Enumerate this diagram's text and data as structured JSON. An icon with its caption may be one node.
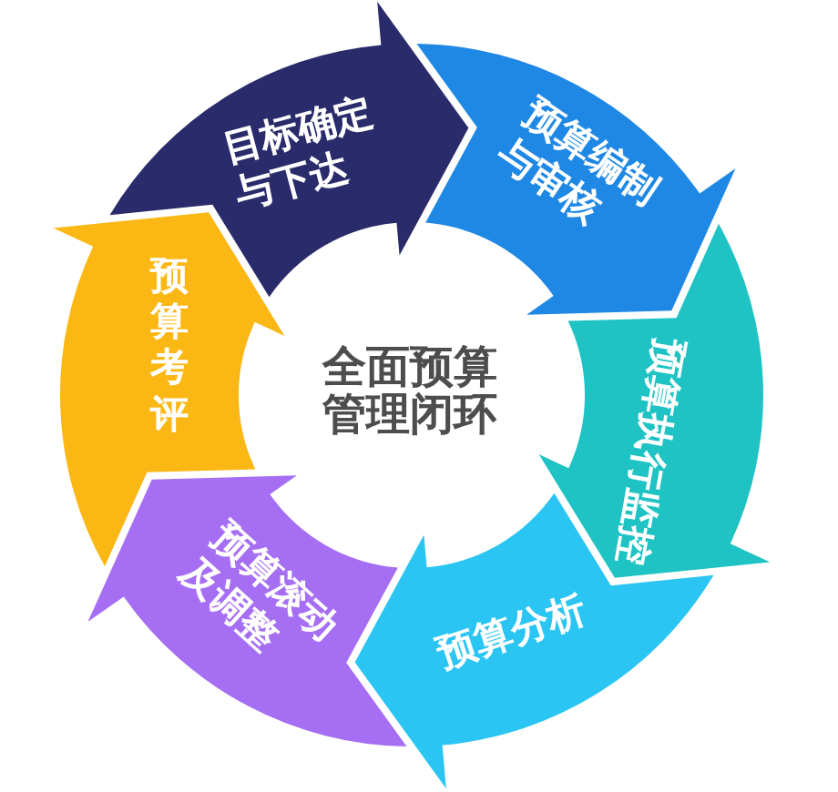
{
  "diagram": {
    "nodes": [
      {
        "text": [
          "目标确定与下达"
        ]
      },
      {
        "text": [
          "预算编制与审核"
        ]
      },
      {
        "text": [
          "预算执行监控"
        ]
      },
      {
        "text": [
          "预算分析"
        ]
      },
      {
        "text": [
          "预算滚动及调整"
        ]
      },
      {
        "text": [
          "预算考评"
        ]
      }
    ],
    "labels": [
      "全面预算管理闭环"
    ]
  }
}
